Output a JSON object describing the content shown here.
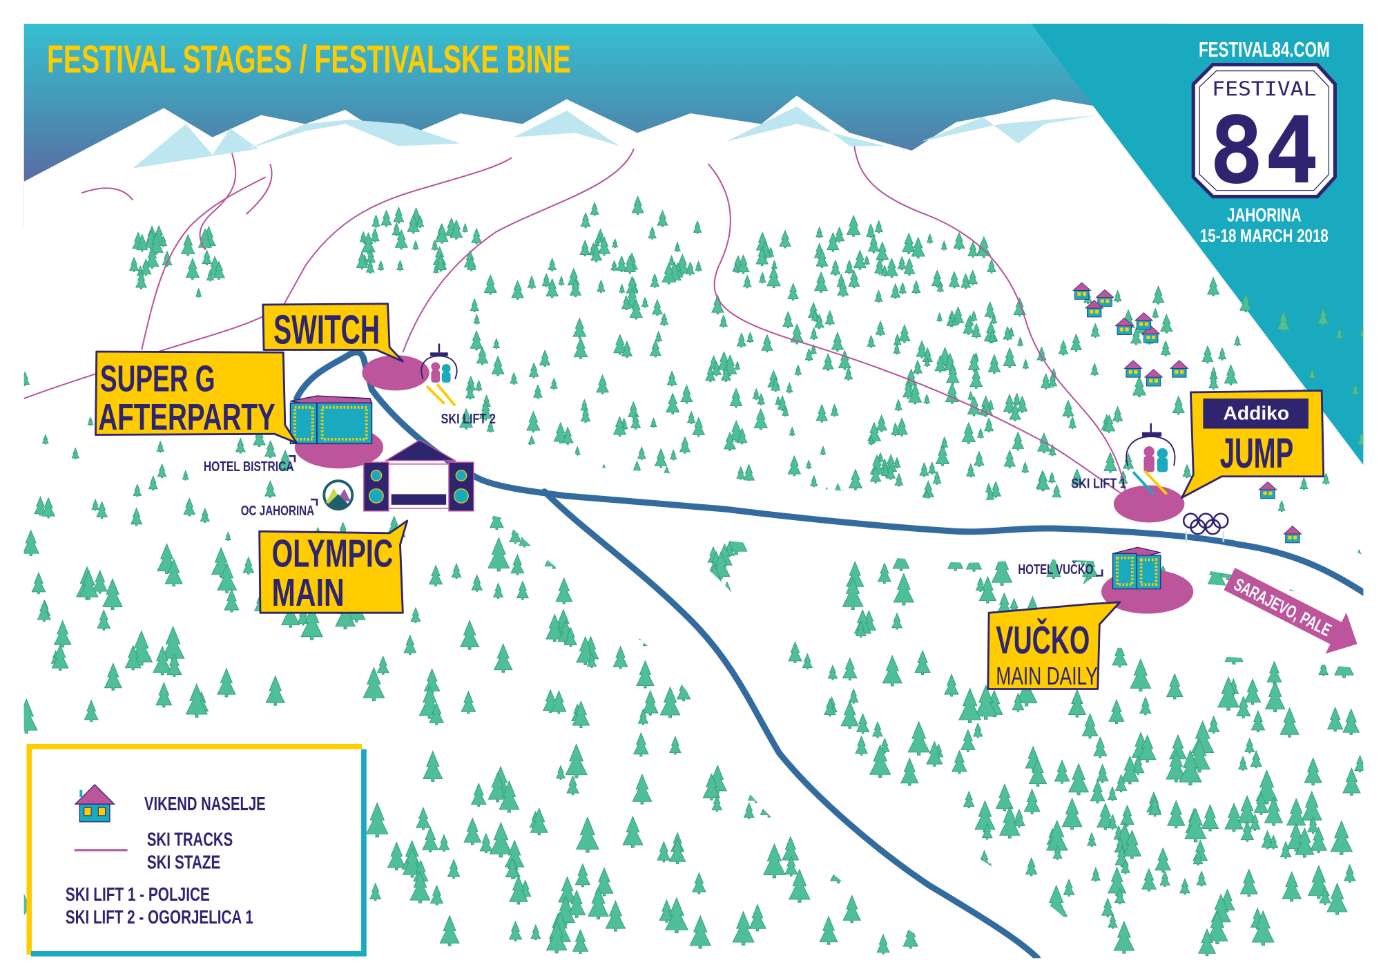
{
  "title": "FESTIVAL STAGES / FESTIVALSKE BINE",
  "logo": {
    "website": "FESTIVAL84.COM",
    "brand_word": "FESTIVAL",
    "brand_number": "84",
    "location": "JAHORINA",
    "dates": "15-18 MARCH 2018"
  },
  "stages": {
    "switch": {
      "name": "SWITCH"
    },
    "super_g": {
      "line1": "SUPER G",
      "line2": "AFTERPARTY"
    },
    "olympic": {
      "line1": "OLYMPIC",
      "line2": "MAIN"
    },
    "jump": {
      "sponsor": "Addiko",
      "name": "JUMP"
    },
    "vucko": {
      "name": "VUČKO",
      "subtitle": "MAIN DAILY"
    }
  },
  "places": {
    "hotel_bistrica": "HOTEL BISTRICA",
    "oc_jahorina": "OC JAHORINA",
    "ski_lift_2": "SKI LIFT 2",
    "ski_lift_1": "SKI LIFT 1",
    "hotel_vucko": "HOTEL VUČKO"
  },
  "direction_arrow": "SARAJEVO, PALE",
  "legend": {
    "house": "VIKEND NASELJE",
    "tracks_en": "SKI TRACKS",
    "tracks_local": "SKI STAZE",
    "lift1": "SKI LIFT 1 - POLJICE",
    "lift2": "SKI LIFT 2 - OGORJELICA 1"
  },
  "colors": {
    "navy": "#2e2470",
    "yellow": "#ffcc00",
    "teal": "#1aaabf",
    "pink": "#bd559d",
    "tree": "#4fbf97",
    "road": "#336b9f"
  }
}
